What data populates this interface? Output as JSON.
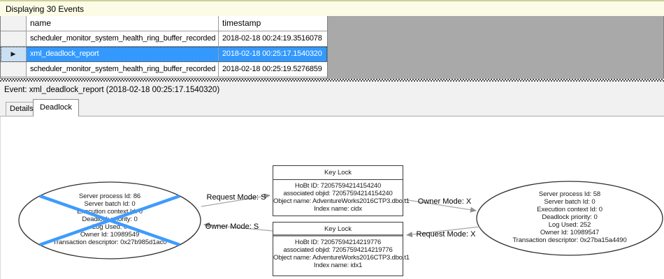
{
  "header": {
    "title": "Displaying 30 Events"
  },
  "icons": {
    "current_row_marker": "▶"
  },
  "events_table": {
    "columns": {
      "name": "name",
      "timestamp": "timestamp"
    },
    "rows": [
      {
        "name": "scheduler_monitor_system_health_ring_buffer_recorded",
        "timestamp": "2018-02-18 00:24:19.3516078"
      },
      {
        "name": "xml_deadlock_report",
        "timestamp": "2018-02-18 00:25:17.1540320"
      },
      {
        "name": "scheduler_monitor_system_health_ring_buffer_recorded",
        "timestamp": "2018-02-18 00:25:19.5276859"
      }
    ],
    "selected_row_index": 1
  },
  "event_bar": {
    "label": "Event: xml_deadlock_report (2018-02-18 00:25:17.1540320)"
  },
  "tabs": {
    "details": "Details",
    "deadlock": "Deadlock",
    "active": "Deadlock"
  },
  "deadlock_graph": {
    "victim_process": {
      "victim": true,
      "lines": [
        "Server process Id: 86",
        "Server batch Id: 0",
        "Execution context Id: 0",
        "Deadlock priority: 0",
        "Log Used: 0",
        "Owner Id: 10989549",
        "Transaction descriptor: 0x27b985d1ac0"
      ]
    },
    "surviving_process": {
      "victim": false,
      "lines": [
        "Server process Id: 58",
        "Server batch Id: 0",
        "Execution context Id: 0",
        "Deadlock priority: 0",
        "Log Used: 252",
        "Owner Id: 10989547",
        "Transaction descriptor: 0x27ba15a4490"
      ]
    },
    "top_lock": {
      "title": "Key Lock",
      "lines": [
        "HoBt ID: 72057594214154240",
        "associated objid: 72057594214154240",
        "Object name: AdventureWorks2016CTP3.dbo.t1",
        "Index name: cidx"
      ]
    },
    "bottom_lock": {
      "title": "Key Lock",
      "lines": [
        "HoBt ID: 72057594214219776",
        "associated objid: 72057594214219776",
        "Object name: AdventureWorks2016CTP3.dbo.t1",
        "Index name: idx1"
      ]
    },
    "edges": [
      {
        "label": "Request Mode: S"
      },
      {
        "label": "Owner Mode: S"
      },
      {
        "label": "Owner Mode: X"
      },
      {
        "label": "Request Mode: X"
      }
    ]
  },
  "colors": {
    "selection_blue": "#3399FF",
    "victim_x_blue": "#3E9BFD",
    "info_bar_yellow": "#FBFBE6",
    "filler_gray": "#A9A9A9"
  }
}
